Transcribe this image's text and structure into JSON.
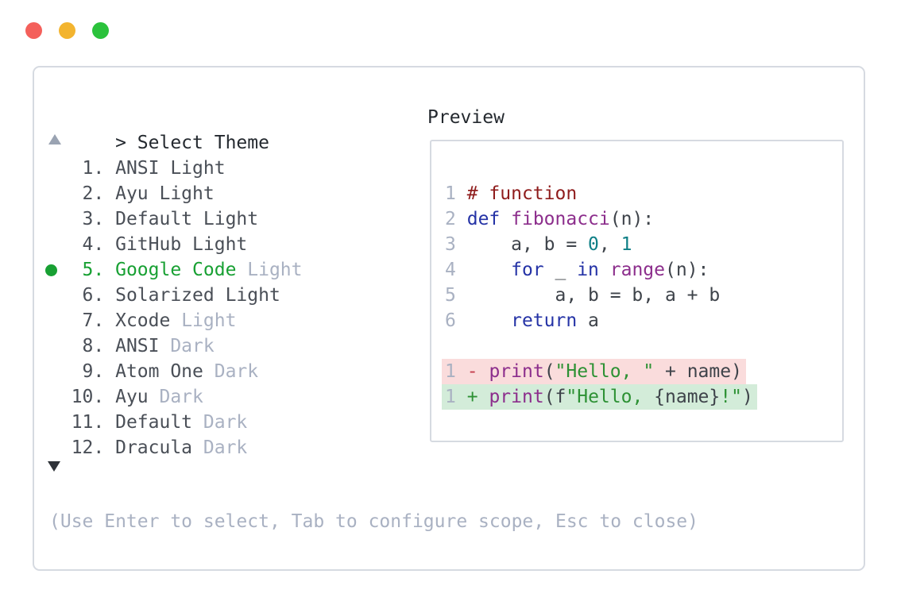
{
  "colors": {
    "tl_red": "#f4605b",
    "tl_yellow": "#f3b42f",
    "tl_green": "#2bc23c",
    "border": "#d6dae1",
    "ink": "#24292f",
    "item": "#4a4f57",
    "muted": "#a9b1c2",
    "arrow_up": "#9aa3b2",
    "arrow_down": "#2e3238",
    "select_green": "#18a033",
    "code_plain": "#3e434a",
    "code_kw": "#2533a6",
    "code_fn": "#8c2e8c",
    "code_com": "#8f1c1c",
    "code_str": "#2d9134",
    "code_lit": "#0e7f86",
    "code_ln": "#a9b1c2",
    "diff_del": "#c43b4b",
    "diff_add": "#2d9134",
    "diff_del_bg": "#fadcdc",
    "diff_add_bg": "#d3ecd9"
  },
  "window_controls": {
    "close": "red-circle",
    "minimize": "yellow-circle",
    "zoom": "green-circle"
  },
  "prompt": {
    "caret": ">",
    "title": "Select Theme"
  },
  "icons": {
    "scroll_up": "triangle-up",
    "scroll_down": "triangle-down",
    "selected_bullet": "filled-green-circle"
  },
  "theme_list": {
    "items": [
      {
        "number": 1,
        "name": "ANSI",
        "variant": "Light",
        "muted_variant": false,
        "selected": false
      },
      {
        "number": 2,
        "name": "Ayu",
        "variant": "Light",
        "muted_variant": false,
        "selected": false
      },
      {
        "number": 3,
        "name": "Default",
        "variant": "Light",
        "muted_variant": false,
        "selected": false
      },
      {
        "number": 4,
        "name": "GitHub",
        "variant": "Light",
        "muted_variant": false,
        "selected": false
      },
      {
        "number": 5,
        "name": "Google Code",
        "variant": "Light",
        "muted_variant": true,
        "selected": true
      },
      {
        "number": 6,
        "name": "Solarized",
        "variant": "Light",
        "muted_variant": false,
        "selected": false
      },
      {
        "number": 7,
        "name": "Xcode",
        "variant": "Light",
        "muted_variant": true,
        "selected": false
      },
      {
        "number": 8,
        "name": "ANSI",
        "variant": "Dark",
        "muted_variant": true,
        "selected": false
      },
      {
        "number": 9,
        "name": "Atom One",
        "variant": "Dark",
        "muted_variant": true,
        "selected": false
      },
      {
        "number": 10,
        "name": "Ayu",
        "variant": "Dark",
        "muted_variant": true,
        "selected": false
      },
      {
        "number": 11,
        "name": "Default",
        "variant": "Dark",
        "muted_variant": true,
        "selected": false
      },
      {
        "number": 12,
        "name": "Dracula",
        "variant": "Dark",
        "muted_variant": true,
        "selected": false
      }
    ]
  },
  "preview": {
    "label": "Preview",
    "code_lines": [
      {
        "ln": "1",
        "bg": null,
        "tokens": [
          [
            "plain",
            " "
          ],
          [
            "com",
            "# function"
          ]
        ]
      },
      {
        "ln": "2",
        "bg": null,
        "tokens": [
          [
            "plain",
            " "
          ],
          [
            "kw",
            "def"
          ],
          [
            "plain",
            " "
          ],
          [
            "fn",
            "fibonacci"
          ],
          [
            "plain",
            "(n):"
          ]
        ]
      },
      {
        "ln": "3",
        "bg": null,
        "tokens": [
          [
            "plain",
            "     a, b = "
          ],
          [
            "lit",
            "0"
          ],
          [
            "plain",
            ", "
          ],
          [
            "lit",
            "1"
          ]
        ]
      },
      {
        "ln": "4",
        "bg": null,
        "tokens": [
          [
            "plain",
            "     "
          ],
          [
            "kw",
            "for"
          ],
          [
            "plain",
            " _ "
          ],
          [
            "kw",
            "in"
          ],
          [
            "plain",
            " "
          ],
          [
            "fn",
            "range"
          ],
          [
            "plain",
            "(n):"
          ]
        ]
      },
      {
        "ln": "5",
        "bg": null,
        "tokens": [
          [
            "plain",
            "         a, b = b, a + b"
          ]
        ]
      },
      {
        "ln": "6",
        "bg": null,
        "tokens": [
          [
            "plain",
            "     "
          ],
          [
            "kw",
            "return"
          ],
          [
            "plain",
            " a"
          ]
        ]
      },
      {
        "ln": "",
        "bg": null,
        "tokens": []
      },
      {
        "ln": "1",
        "bg": "del",
        "tokens": [
          [
            "plain",
            " "
          ],
          [
            "del",
            "-"
          ],
          [
            "plain",
            " "
          ],
          [
            "fn",
            "print"
          ],
          [
            "plain",
            "("
          ],
          [
            "str",
            "\"Hello, \""
          ],
          [
            "plain",
            " + name)"
          ]
        ]
      },
      {
        "ln": "1",
        "bg": "add",
        "tokens": [
          [
            "plain",
            " "
          ],
          [
            "add",
            "+"
          ],
          [
            "plain",
            " "
          ],
          [
            "fn",
            "print"
          ],
          [
            "plain",
            "(f"
          ],
          [
            "str",
            "\"Hello, "
          ],
          [
            "plain",
            "{name}"
          ],
          [
            "str",
            "!\""
          ],
          [
            "plain",
            ")"
          ]
        ]
      }
    ]
  },
  "help_text": "(Use Enter to select, Tab to configure scope, Esc to close)"
}
